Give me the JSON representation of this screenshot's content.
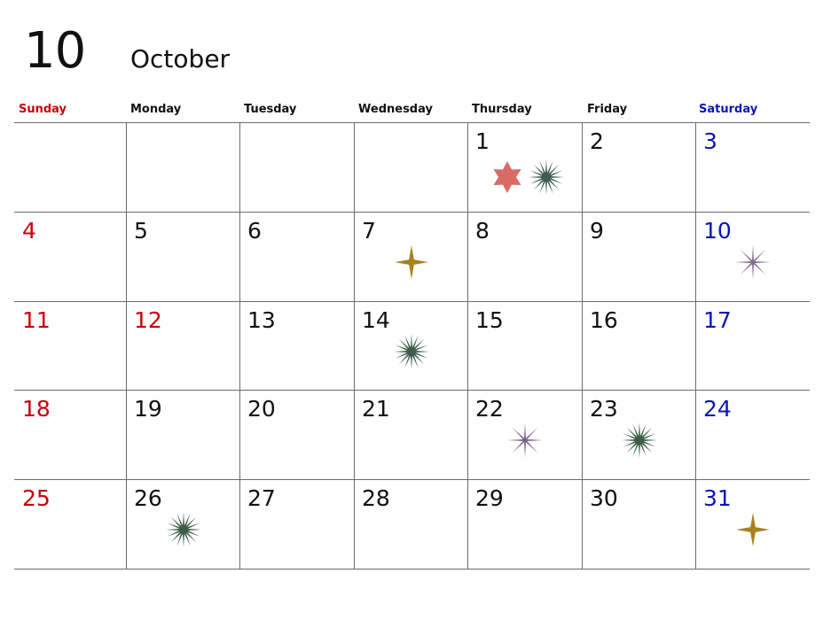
{
  "header": {
    "month_number": "10",
    "month_name": "October"
  },
  "colors": {
    "sunday": "#c8000a",
    "saturday": "#0a16b4",
    "weekday": "#111111",
    "holiday": "#c8000a",
    "grid": "#6b6b6b"
  },
  "weekdays": [
    "Sunday",
    "Monday",
    "Tuesday",
    "Wednesday",
    "Thursday",
    "Friday",
    "Saturday"
  ],
  "weeks": [
    [
      "",
      "",
      "",
      "",
      "1",
      "2",
      "3"
    ],
    [
      "4",
      "5",
      "6",
      "7",
      "8",
      "9",
      "10"
    ],
    [
      "11",
      "12",
      "13",
      "14",
      "15",
      "16",
      "17"
    ],
    [
      "18",
      "19",
      "20",
      "21",
      "22",
      "23",
      "24"
    ],
    [
      "25",
      "26",
      "27",
      "28",
      "29",
      "30",
      "31"
    ]
  ],
  "holidays": [
    "12"
  ],
  "marks": [
    {
      "day": "1",
      "icons": [
        "star-of-david-icon",
        "green-sunburst-icon"
      ]
    },
    {
      "day": "7",
      "icons": [
        "gold-four-point-star-icon"
      ]
    },
    {
      "day": "10",
      "icons": [
        "purple-eight-point-star-icon"
      ]
    },
    {
      "day": "14",
      "icons": [
        "green-sunburst-icon"
      ]
    },
    {
      "day": "22",
      "icons": [
        "purple-four-point-star-icon"
      ]
    },
    {
      "day": "23",
      "icons": [
        "green-sunburst-icon"
      ]
    },
    {
      "day": "26",
      "icons": [
        "green-sunburst-icon"
      ]
    },
    {
      "day": "31",
      "icons": [
        "gold-four-point-star-icon"
      ]
    }
  ],
  "icon_colors": {
    "star-of-david-icon": "#d86c64",
    "green-sunburst-icon": "#3e5d4e",
    "gold-four-point-star-icon": "#a8821e",
    "purple-eight-point-star-icon": "#7f6e94",
    "purple-four-point-star-icon": "#7a6588"
  }
}
